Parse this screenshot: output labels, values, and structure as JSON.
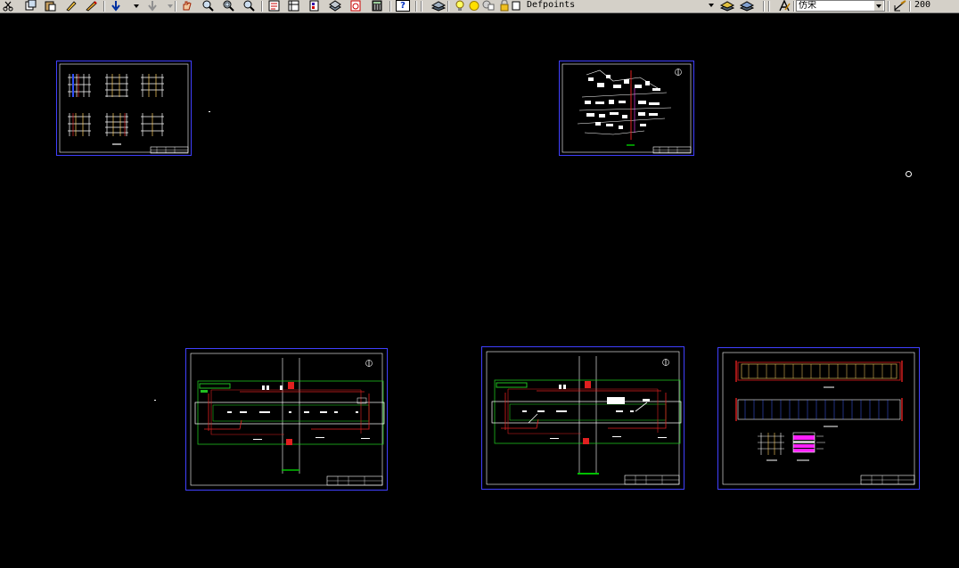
{
  "toolbar": {
    "layer_combo": {
      "value": "Defpoints"
    },
    "textstyle_combo": {
      "value": "仿宋"
    },
    "scale_field": {
      "value": "200"
    },
    "help_label": "?"
  },
  "sheets": [
    {
      "id": "frame-elevations",
      "content": "six frame elevation drawings"
    },
    {
      "id": "site-plan",
      "content": "site location plan",
      "north_symbol": "①"
    },
    {
      "id": "plan-1",
      "content": "station layout plan"
    },
    {
      "id": "plan-2",
      "content": "station layout plan"
    },
    {
      "id": "section",
      "content": "longitudinal sections and details"
    }
  ]
}
